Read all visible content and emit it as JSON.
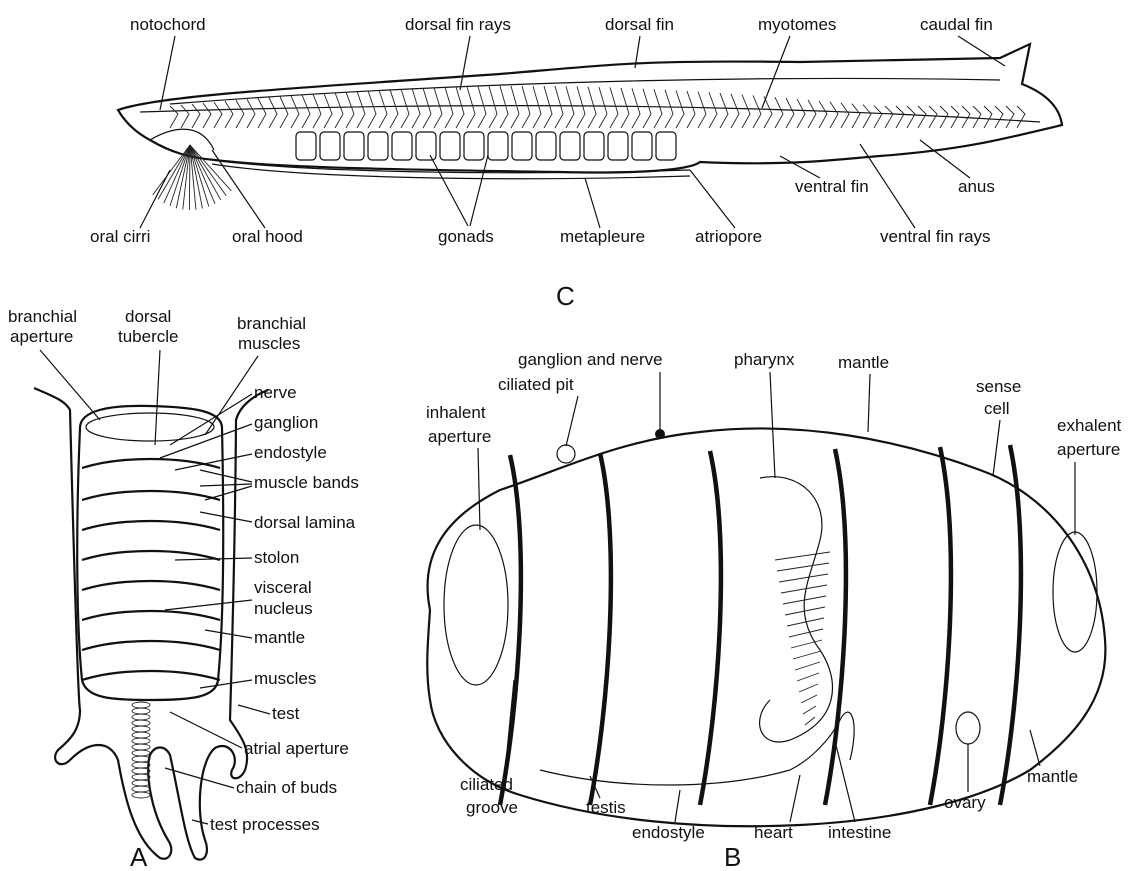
{
  "figure_c": {
    "panel_label": "C",
    "labels": {
      "notochord": "notochord",
      "dorsal_fin_rays": "dorsal fin rays",
      "dorsal_fin": "dorsal fin",
      "myotomes": "myotomes",
      "caudal_fin": "caudal fin",
      "oral_cirri": "oral cirri",
      "oral_hood": "oral hood",
      "gonads": "gonads",
      "metapleure": "metapleure",
      "atriopore": "atriopore",
      "ventral_fin": "ventral fin",
      "anus": "anus",
      "ventral_fin_rays": "ventral fin rays"
    }
  },
  "figure_a": {
    "panel_label": "A",
    "labels": {
      "branchial_aperture_1": "branchial",
      "branchial_aperture_2": "aperture",
      "dorsal_tubercle_1": "dorsal",
      "dorsal_tubercle_2": "tubercle",
      "branchial_muscles_1": "branchial",
      "branchial_muscles_2": "muscles",
      "nerve": "nerve",
      "ganglion": "ganglion",
      "endostyle": "endostyle",
      "muscle_bands": "muscle bands",
      "dorsal_lamina": "dorsal lamina",
      "stolon": "stolon",
      "visceral_nucleus_1": "visceral",
      "visceral_nucleus_2": "nucleus",
      "mantle": "mantle",
      "muscles": "muscles",
      "test": "test",
      "atrial_aperture": "atrial aperture",
      "chain_of_buds": "chain of buds",
      "test_processes": "test processes"
    }
  },
  "figure_b": {
    "panel_label": "B",
    "labels": {
      "ganglion_and_nerve": "ganglion and  nerve",
      "ciliated_pit": "ciliated  pit",
      "inhalent_aperture_1": "inhalent",
      "inhalent_aperture_2": "aperture",
      "pharynx": "pharynx",
      "mantle_top": "mantle",
      "sense_cell_1": "sense",
      "sense_cell_2": "cell",
      "exhalent_aperture_1": "exhalent",
      "exhalent_aperture_2": "aperture",
      "ciliated_groove_1": "ciliated",
      "ciliated_groove_2": "groove",
      "testis": "testis",
      "endostyle": "endostyle",
      "heart": "heart",
      "intestine": "intestine",
      "ovary": "ovary",
      "mantle_bottom": "mantle"
    }
  }
}
